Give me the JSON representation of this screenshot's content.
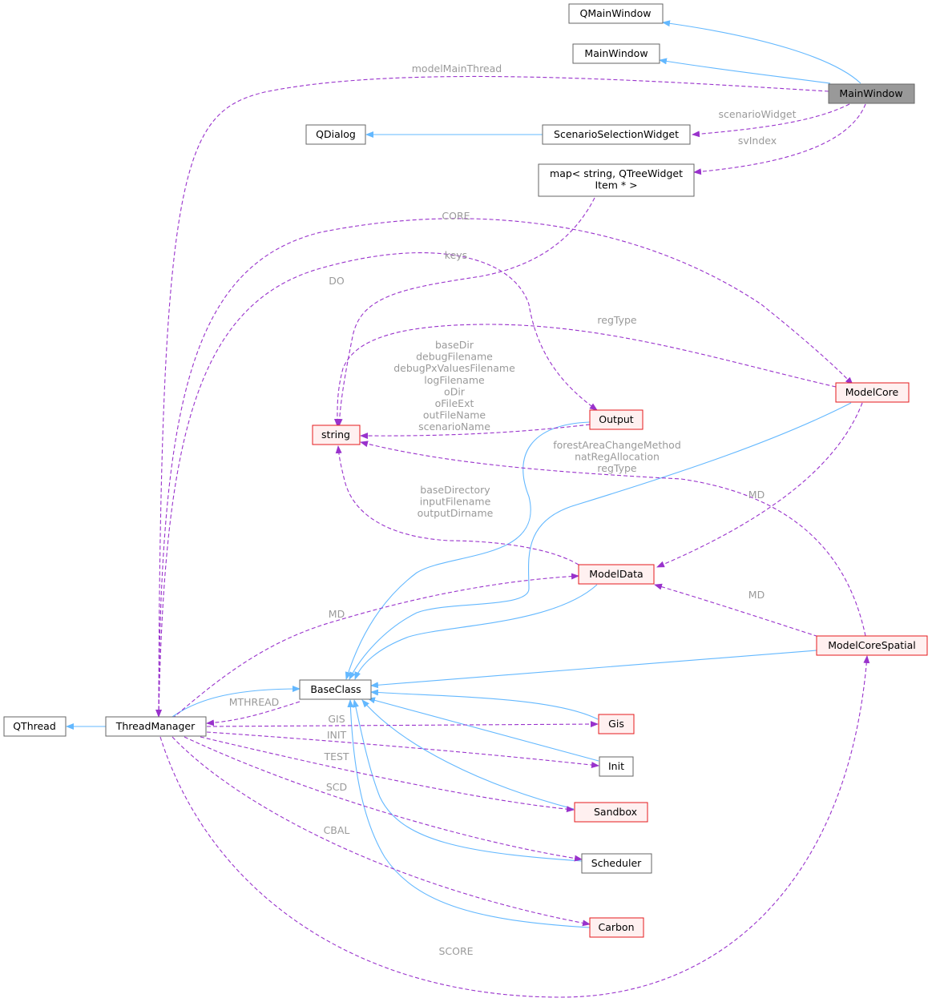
{
  "colors": {
    "inheritance": "#63b8ff",
    "usage": "#9932cc",
    "label": "#9a9a9a",
    "node_border": "#666666",
    "node_fill": "#ffffff",
    "undocumented_border": "#e41a1c",
    "undocumented_fill": "#fff0f0",
    "selected_fill": "#999999"
  },
  "nodes": {
    "qmainwindow": {
      "label": "QMainWindow"
    },
    "mainwindow_base": {
      "label": "MainWindow"
    },
    "mainwindow": {
      "label": "MainWindow"
    },
    "qdialog": {
      "label": "QDialog"
    },
    "scenarioselectionwidget": {
      "label": "ScenarioSelectionWidget"
    },
    "map": {
      "label": [
        "map< string, QTreeWidget",
        "Item * >"
      ]
    },
    "modelcore": {
      "label": "ModelCore"
    },
    "output": {
      "label": "Output"
    },
    "string": {
      "label": "string"
    },
    "modeldata": {
      "label": "ModelData"
    },
    "modelcorespatial": {
      "label": "ModelCoreSpatial"
    },
    "baseclass": {
      "label": "BaseClass"
    },
    "qthread": {
      "label": "QThread"
    },
    "threadmanager": {
      "label": "ThreadManager"
    },
    "gis": {
      "label": "Gis"
    },
    "init": {
      "label": "Init"
    },
    "sandbox": {
      "label": "Sandbox"
    },
    "scheduler": {
      "label": "Scheduler"
    },
    "carbon": {
      "label": "Carbon"
    }
  },
  "edge_labels": {
    "modelMainThread": [
      "modelMainThread"
    ],
    "scenarioWidget": [
      "scenarioWidget"
    ],
    "svIndex": [
      "svIndex"
    ],
    "core": [
      "CORE"
    ],
    "keys": [
      "keys"
    ],
    "do": [
      "DO"
    ],
    "regType": [
      "regType"
    ],
    "output_strings": [
      "baseDir",
      "debugFilename",
      "debugPxValuesFilename",
      "logFilename",
      "oDir",
      "oFileExt",
      "outFileName",
      "scenarioName"
    ],
    "spatial_strings": [
      "forestAreaChangeMethod",
      "natRegAllocation",
      "regType"
    ],
    "data_strings": [
      "baseDirectory",
      "inputFilename",
      "outputDirname"
    ],
    "md_core": [
      "MD"
    ],
    "md_spatial": [
      "MD"
    ],
    "md_thread": [
      "MD"
    ],
    "mthread": [
      "MTHREAD"
    ],
    "gis": [
      "GIS"
    ],
    "init": [
      "INIT"
    ],
    "test": [
      "TEST"
    ],
    "scd": [
      "SCD"
    ],
    "cbal": [
      "CBAL"
    ],
    "score": [
      "SCORE"
    ]
  }
}
